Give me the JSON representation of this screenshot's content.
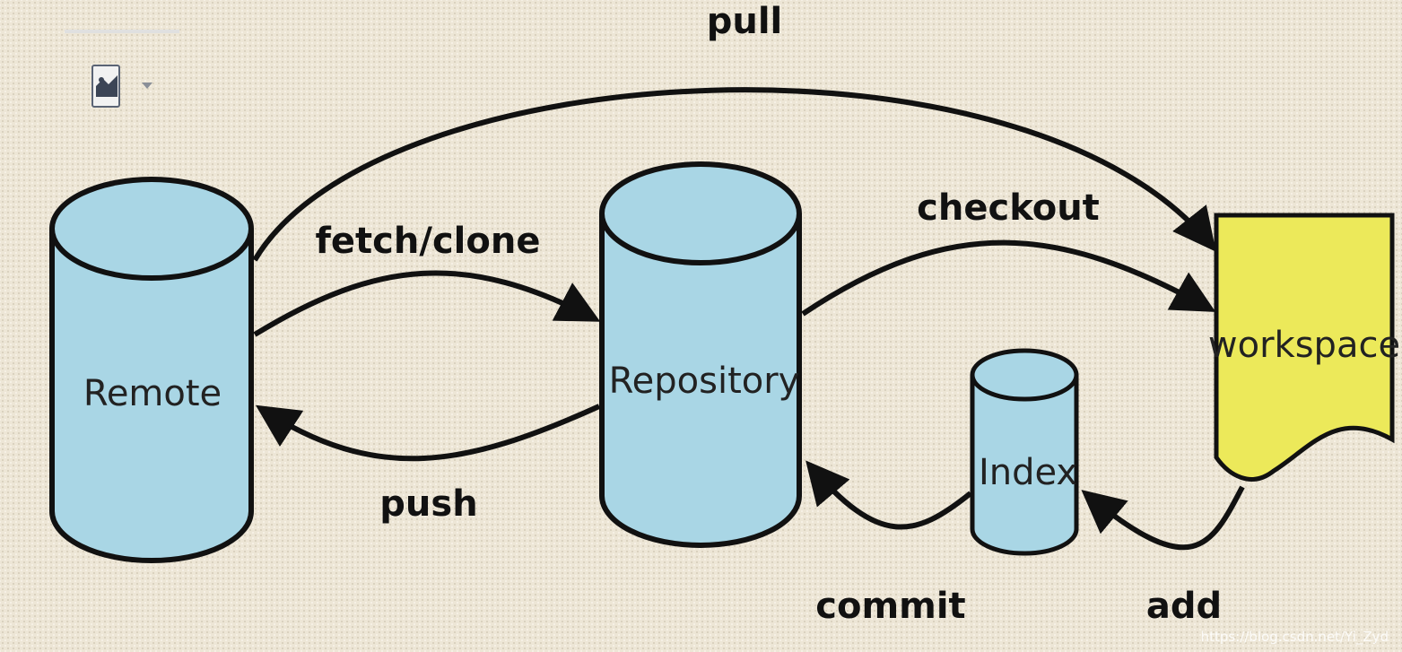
{
  "nodes": {
    "remote": "Remote",
    "repository": "Repository",
    "index": "Index",
    "workspace": "workspace"
  },
  "edges": {
    "pull": "pull",
    "fetch_clone": "fetch/clone",
    "push": "push",
    "checkout": "checkout",
    "commit": "commit",
    "add": "add"
  },
  "toolbar": {
    "image_icon": "image-icon",
    "dropdown_icon": "chevron-down-icon"
  },
  "watermark": "https://blog.csdn.net/Yi_Zyd",
  "colors": {
    "cylinder_fill": "#a9d6e5",
    "workspace_fill": "#ece95a",
    "stroke": "#111111"
  }
}
